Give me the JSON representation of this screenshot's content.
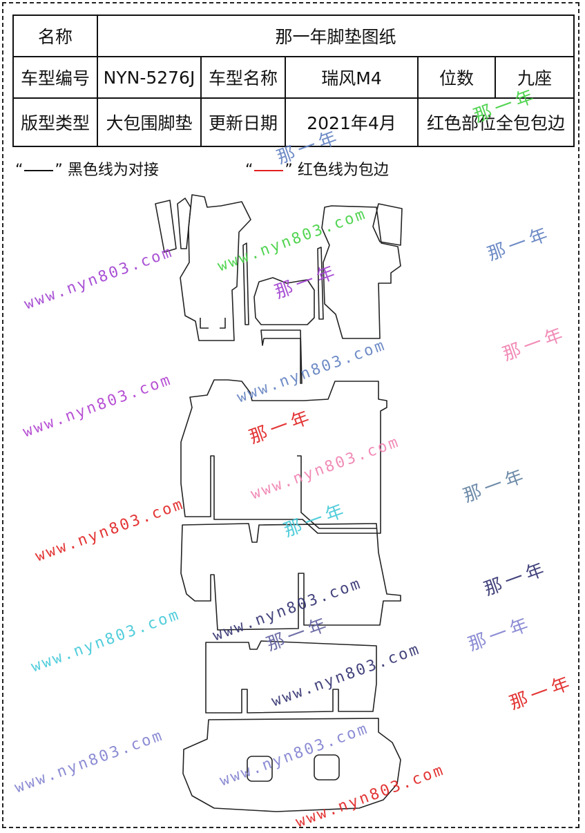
{
  "table": {
    "row1": {
      "label": "名称",
      "value": "那一年脚垫图纸"
    },
    "row2": {
      "model_code_label": "车型编号",
      "model_code": "NYN-5276J",
      "model_name_label": "车型名称",
      "model_name": "瑞风M4",
      "seats_label": "位数",
      "seats": "九座"
    },
    "row3": {
      "type_label": "版型类型",
      "type": "大包围脚垫",
      "date_label": "更新日期",
      "date": "2021年4月",
      "note": "红色部位全包包边"
    }
  },
  "legend": {
    "black_open": "“",
    "black_close": "”",
    "black_text": "黑色线为对接",
    "red_open": "“",
    "red_close": "”",
    "red_text": "红色线为包边"
  },
  "watermarks": {
    "url": "www.nyn803.com",
    "brand": "那一年"
  },
  "colors": {
    "outline": "#222222",
    "purple": "#a040d0",
    "green": "#40d040",
    "blue": "#6080c0",
    "pink": "#f080b0",
    "red": "#e02020",
    "cyan": "#40c8d8",
    "navy": "#303070",
    "lavender": "#8080d0"
  }
}
